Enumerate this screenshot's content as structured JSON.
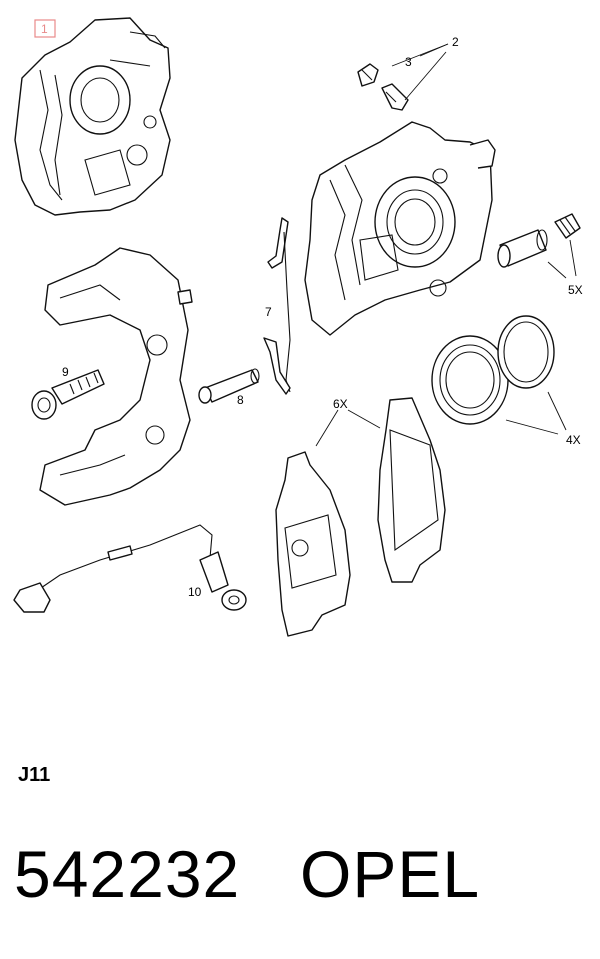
{
  "diagram": {
    "highlight_color": "#e88a8a",
    "callouts": {
      "c1": "1",
      "c2": "2",
      "c3": "3",
      "c4": "4X",
      "c5": "5X",
      "c6": "6X",
      "c7": "7",
      "c8": "8",
      "c9": "9",
      "c10": "10"
    }
  },
  "footer": {
    "diagram_code": "J11",
    "part_number": "542232",
    "brand": "OPEL"
  }
}
